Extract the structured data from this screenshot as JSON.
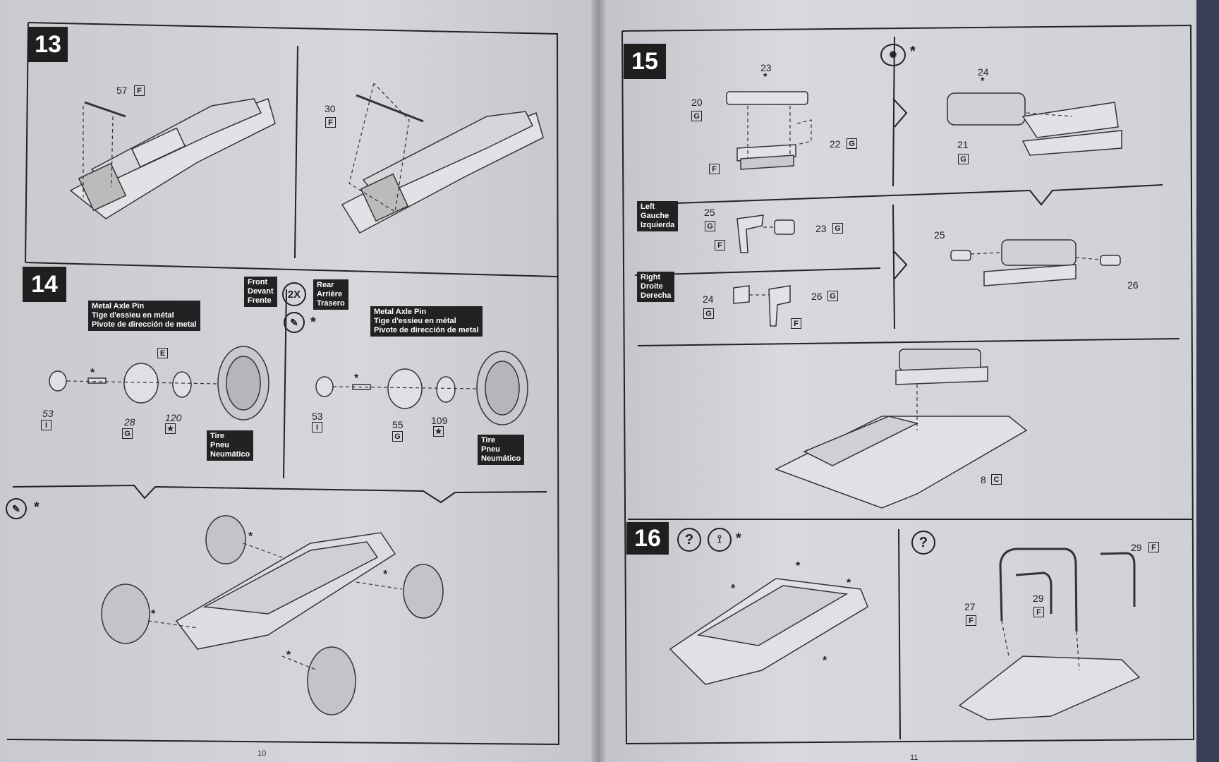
{
  "left_page": {
    "page_number": "10",
    "step13": {
      "number": "13",
      "part_a": "57",
      "part_a_sprue": "F",
      "part_b": "30",
      "part_b_sprue": "F"
    },
    "step14": {
      "number": "14",
      "front_label": [
        "Front",
        "Devant",
        "Frente"
      ],
      "qty": "2X",
      "rear_label": [
        "Rear",
        "Arrière",
        "Trasero"
      ],
      "axle_pin_label": [
        "Metal Axle Pin",
        "Tige d'essieu en métal",
        "Pivote de dirección de metal"
      ],
      "tire_label": [
        "Tire",
        "Pneu",
        "Neumático"
      ],
      "front_parts": [
        {
          "n": "53",
          "s": "I"
        },
        {
          "n": "28",
          "s": "G"
        },
        {
          "n": "120",
          "s": "★"
        },
        {
          "n": "",
          "s": "E"
        }
      ],
      "rear_parts": [
        {
          "n": "53",
          "s": "I"
        },
        {
          "n": "55",
          "s": "G"
        },
        {
          "n": "109",
          "s": "★"
        }
      ]
    }
  },
  "right_page": {
    "page_number": "11",
    "step15": {
      "number": "15",
      "parts_top": [
        {
          "n": "23",
          "s": ""
        },
        {
          "n": "20",
          "s": "G"
        },
        {
          "n": "22",
          "s": "G"
        },
        {
          "n": "",
          "s": "F"
        },
        {
          "n": "24",
          "s": ""
        },
        {
          "n": "21",
          "s": "G"
        }
      ],
      "left_label": [
        "Left",
        "Gauche",
        "Izquierda"
      ],
      "right_label": [
        "Right",
        "Droite",
        "Derecha"
      ],
      "left_parts": [
        {
          "n": "25",
          "s": "G"
        },
        {
          "n": "23",
          "s": "G"
        },
        {
          "n": "",
          "s": "F"
        }
      ],
      "right_parts": [
        {
          "n": "24",
          "s": "G"
        },
        {
          "n": "26",
          "s": "G"
        },
        {
          "n": "",
          "s": "F"
        }
      ],
      "assembly_parts": [
        {
          "n": "25"
        },
        {
          "n": "26"
        }
      ],
      "floor_part": {
        "n": "8",
        "s": "C"
      }
    },
    "step16": {
      "number": "16",
      "rollbar_parts": [
        {
          "n": "29",
          "s": "F"
        },
        {
          "n": "27",
          "s": "F"
        },
        {
          "n": "29",
          "s": "F"
        }
      ]
    }
  },
  "icons": [
    "paint-icon",
    "glue-icon",
    "question-icon",
    "screw-icon"
  ]
}
